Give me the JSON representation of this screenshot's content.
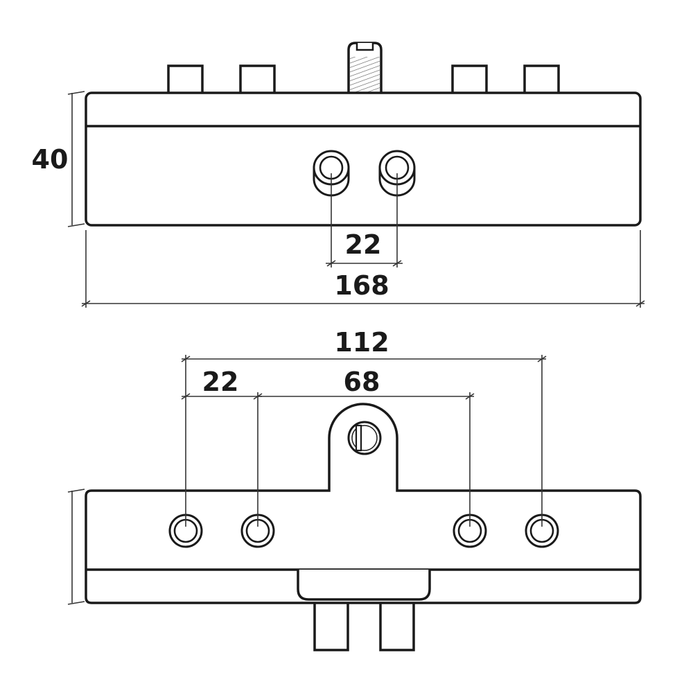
{
  "drawing": {
    "top_view": {
      "height_label": "40",
      "pin_spacing_label": "22",
      "overall_width_label": "168"
    },
    "bottom_view": {
      "outer_span_label": "112",
      "left_spacing_label": "22",
      "inner_span_label": "68"
    }
  },
  "colors": {
    "line": "#1a1a1a",
    "background": "#ffffff"
  }
}
